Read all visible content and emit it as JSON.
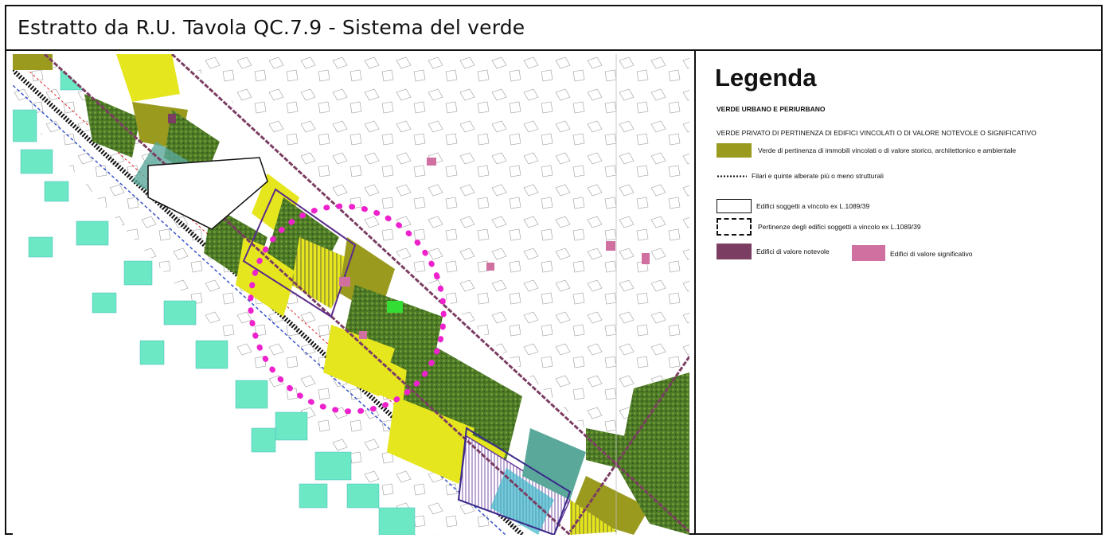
{
  "title": "Estratto da R.U. Tavola QC.7.9 - Sistema del verde",
  "legend": {
    "heading": "Legenda",
    "section_main": "VERDE URBANO E PERIURBANO",
    "section_sub": "VERDE PRIVATO DI PERTINENZA DI EDIFICI VINCOLATI O DI VALORE NOTEVOLE O SIGNIFICATIVO",
    "items": {
      "verde_pertinenza": "Verde di pertinenza di immobili vincolati o di valore storico, architettonico e ambientale",
      "filari": "Filari e quinte alberate più o meno strutturali",
      "edifici_vincolo": "Edifici soggetti a vincolo ex L.1089/39",
      "pertinenze_vincolo": "Pertinenze degli edifici soggetti a vincolo ex L.1089/39",
      "edifici_notevole": "Edifici di valore notevole",
      "edifici_significativo": "Edifici di valore significativo"
    }
  },
  "colors": {
    "olive": "#9a9a1f",
    "yellow": "#e6e61f",
    "forest": "#4d7a26",
    "aqua": "#6de8c4",
    "maroon": "#7b3d62",
    "pink": "#d070a0",
    "magenta_dots": "#ee22cc",
    "teal_road": "#5aa89a",
    "purple_hatch": "#6a3d9a"
  }
}
